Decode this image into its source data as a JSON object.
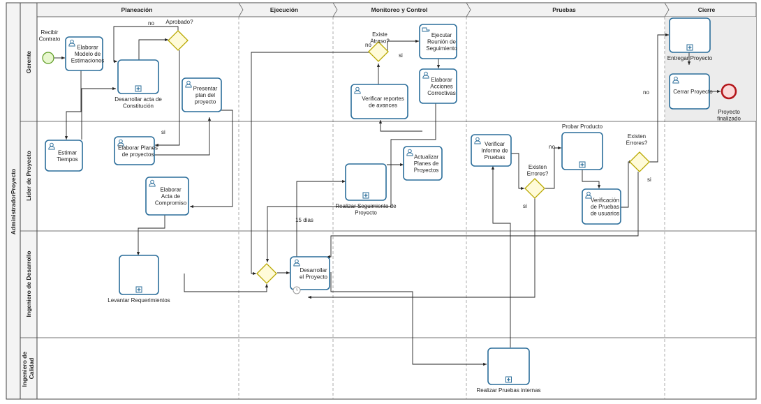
{
  "pool": {
    "name": "AdministradorProyecto"
  },
  "lanes": [
    {
      "id": "gerente",
      "name": "Gerente"
    },
    {
      "id": "lider",
      "name": "Lider de Proyecto"
    },
    {
      "id": "ingdes",
      "name": "Ingeniero de Desarrollo"
    },
    {
      "id": "ingcal",
      "name": "Ingeniero de Calidad"
    }
  ],
  "phases": [
    {
      "id": "planeacion",
      "name": "Planeación"
    },
    {
      "id": "ejecucion",
      "name": "Ejecución"
    },
    {
      "id": "monitoreo",
      "name": "Monitoreo y Control"
    },
    {
      "id": "pruebas",
      "name": "Pruebas"
    },
    {
      "id": "cierre",
      "name": "Cierre"
    }
  ],
  "tasks": [
    {
      "id": "elaborar-modelo",
      "label": "Elaborar Modelo de Estimaciones",
      "kind": "user"
    },
    {
      "id": "desarrollar-acta",
      "label": "Desarrollar acta de Constitución",
      "kind": "sub"
    },
    {
      "id": "presentar-plan",
      "label": "Presentar plan del proyecto",
      "kind": "user"
    },
    {
      "id": "verificar-reportes",
      "label": "Verificar reportes de avances",
      "kind": "user"
    },
    {
      "id": "ejecutar-reunion",
      "label": "Ejecutar Reunión de Seguimiento",
      "kind": "manual"
    },
    {
      "id": "elaborar-acciones",
      "label": "Elaborar Acciones Correctivas",
      "kind": "user"
    },
    {
      "id": "entregar-proyecto",
      "label": "Entregar Proyecto",
      "kind": "sub"
    },
    {
      "id": "cerrar-proyecto",
      "label": "Cerrar Proyecto",
      "kind": "user"
    },
    {
      "id": "estimar-tiempos",
      "label": "Estimar Tiempos",
      "kind": "user"
    },
    {
      "id": "elaborar-planes",
      "label": "Elaborar Planes de proyectos",
      "kind": "user"
    },
    {
      "id": "elaborar-acta-compromiso",
      "label": "Elaborar Acta de Compromiso",
      "kind": "user"
    },
    {
      "id": "realizar-seguimiento",
      "label": "Realizar Seguimiento de Proyecto",
      "kind": "sub"
    },
    {
      "id": "actualizar-planes",
      "label": "Actualizar Planes de Proyectos",
      "kind": "user"
    },
    {
      "id": "verificar-informe",
      "label": "Verificar Informe de Pruebas",
      "kind": "user"
    },
    {
      "id": "probar-producto",
      "label": "Probar Producto",
      "kind": "sub"
    },
    {
      "id": "verificacion-pruebas",
      "label": "Verificación de Pruebas de usuarios",
      "kind": "user"
    },
    {
      "id": "levantar-requerimientos",
      "label": "Levantar Requerimientos",
      "kind": "sub"
    },
    {
      "id": "desarrollar-proyecto",
      "label": "Desarrollar el Proyecto",
      "kind": "user"
    },
    {
      "id": "realizar-pruebas-internas",
      "label": "Realizar Pruebas internas",
      "kind": "sub"
    }
  ],
  "gateways": [
    {
      "id": "aprobado",
      "label": "Aprobado?"
    },
    {
      "id": "existe-atraso",
      "label": "Existe Atraso?"
    },
    {
      "id": "existen-errores-1",
      "label": "Existen Errores?"
    },
    {
      "id": "existen-errores-2",
      "label": "Existen Errores?"
    },
    {
      "id": "merge-ejecucion",
      "label": ""
    }
  ],
  "events": [
    {
      "id": "start",
      "label": "Recibir Contrato",
      "type": "start"
    },
    {
      "id": "end",
      "label": "Proyecto finalizado",
      "type": "end"
    },
    {
      "id": "timer",
      "label": "15 dias",
      "type": "timer"
    }
  ],
  "flow_labels": [
    {
      "id": "aprobado-no",
      "text": "no"
    },
    {
      "id": "aprobado-si",
      "text": "si"
    },
    {
      "id": "atraso-no",
      "text": "no"
    },
    {
      "id": "atraso-si",
      "text": "si"
    },
    {
      "id": "errores1-no",
      "text": "no"
    },
    {
      "id": "errores1-si",
      "text": "si"
    },
    {
      "id": "errores2-no",
      "text": "no"
    },
    {
      "id": "errores2-si",
      "text": "si"
    }
  ]
}
